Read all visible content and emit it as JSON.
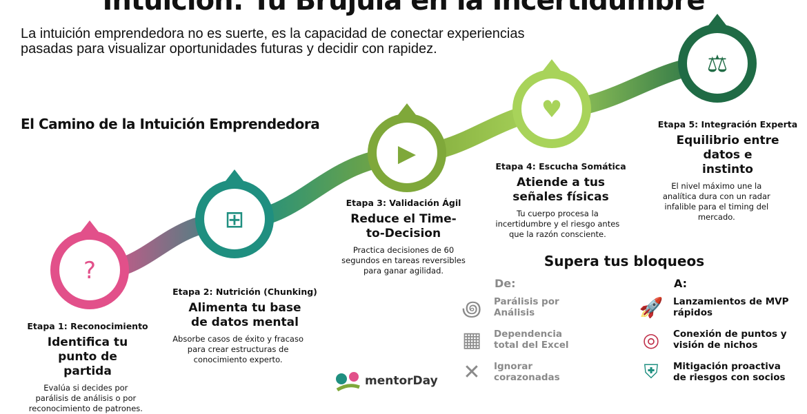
{
  "title": "Intuición: Tu Brújula en la Incertidumbre",
  "intro": "La intuición emprendedora no es suerte, es la capacidad de conectar experiencias pasadas para visualizar oportunidades futuras y decidir con rapidez.",
  "path_heading": "El Camino de la Intuición Emprendedora",
  "colors": {
    "stage1": "#e2508a",
    "stage2": "#1f8f80",
    "stage3": "#7fa83a",
    "stage4": "#a8d35a",
    "stage5": "#1f6b45"
  },
  "stages": [
    {
      "label": "Etapa 1: Reconocimiento",
      "title": "Identifica tu punto de partida",
      "desc": "Evalúa si decides por parálisis de análisis o por reconocimiento de patrones.",
      "icon": "person-question-icon"
    },
    {
      "label": "Etapa 2: Nutrición (Chunking)",
      "title": "Alimenta tu base de datos mental",
      "desc": "Absorbe casos de éxito y fracaso para crear estructuras de conocimiento experto.",
      "icon": "brain-network-icon"
    },
    {
      "label": "Etapa 3: Validación Ágil",
      "title": "Reduce el Time-to-Decision",
      "desc": "Practica decisiones de 60 segundos en tareas reversibles para ganar agilidad.",
      "icon": "stopwatch-icon"
    },
    {
      "label": "Etapa 4: Escucha Somática",
      "title": "Atiende a tus señales físicas",
      "desc": "Tu cuerpo procesa la incertidumbre y el riesgo antes que la razón consciente.",
      "icon": "body-signal-icon"
    },
    {
      "label": "Etapa 5: Integración Experta",
      "title": "Equilibrio entre datos e instinto",
      "desc": "El nivel máximo une la analítica dura con un radar infalible para el timing del mercado.",
      "icon": "balance-compass-icon"
    }
  ],
  "blocks": {
    "heading": "Supera tus bloqueos",
    "from_label": "De:",
    "to_label": "A:",
    "from": [
      {
        "text": "Parálisis por Análisis",
        "icon": "tangle-icon"
      },
      {
        "text": "Dependencia total del Excel",
        "icon": "person-spreadsheet-icon"
      },
      {
        "text": "Ignorar corazonadas",
        "icon": "crossed-map-icon"
      }
    ],
    "to": [
      {
        "text": "Lanzamientos de MVP rápidos",
        "icon": "rocket-icon"
      },
      {
        "text": "Conexión de puntos y visión de nichos",
        "icon": "network-target-icon"
      },
      {
        "text": "Mitigación proactiva de riesgos con socios",
        "icon": "partners-shield-icon"
      }
    ]
  },
  "logo": "mentorDay"
}
